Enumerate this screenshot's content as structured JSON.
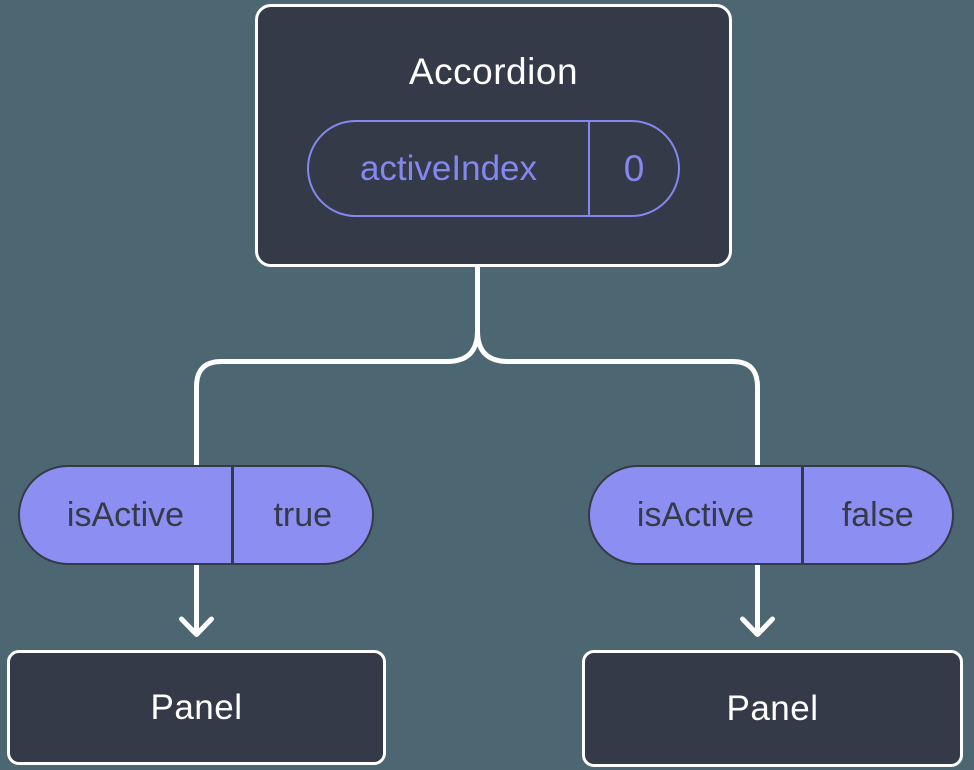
{
  "diagram": {
    "accordion": {
      "title": "Accordion",
      "state_label": "activeIndex",
      "state_value": "0"
    },
    "branches": [
      {
        "prop_label": "isActive",
        "prop_value": "true",
        "panel_label": "Panel"
      },
      {
        "prop_label": "isActive",
        "prop_value": "false",
        "panel_label": "Panel"
      }
    ],
    "colors": {
      "background": "#4c6771",
      "node_fill": "#343a48",
      "node_border": "#ffffff",
      "accent_purple": "#8388f0",
      "pill_fill": "#8c8ef2",
      "pill_text": "#343a48",
      "connector": "#ffffff"
    }
  }
}
